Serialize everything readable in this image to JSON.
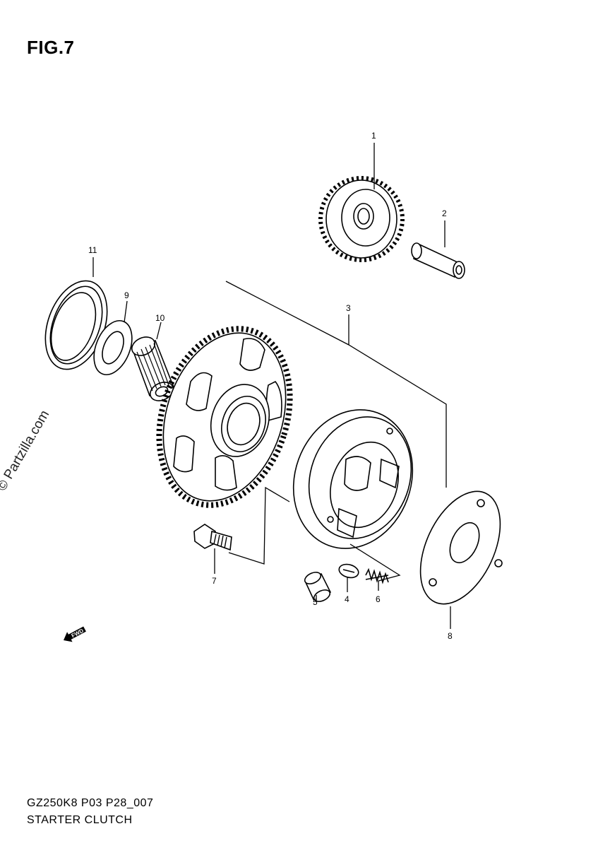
{
  "figure": {
    "title": "FIG.7",
    "model_code": "GZ250K8 P03 P28_007",
    "caption": "STARTER CLUTCH",
    "watermark": "© Partzilla.com",
    "direction_label": "FWD"
  },
  "callouts": [
    {
      "id": "1",
      "text": "1"
    },
    {
      "id": "2",
      "text": "2"
    },
    {
      "id": "3",
      "text": "3"
    },
    {
      "id": "4",
      "text": "4"
    },
    {
      "id": "5",
      "text": "5"
    },
    {
      "id": "6",
      "text": "6"
    },
    {
      "id": "7",
      "text": "7"
    },
    {
      "id": "8",
      "text": "8"
    },
    {
      "id": "9",
      "text": "9"
    },
    {
      "id": "10",
      "text": "10"
    },
    {
      "id": "11",
      "text": "11"
    }
  ]
}
